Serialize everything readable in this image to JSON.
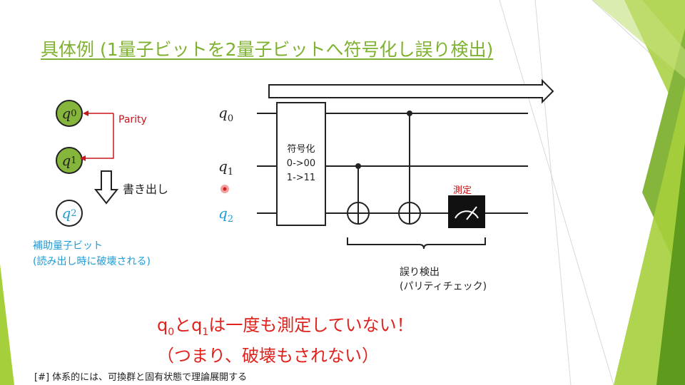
{
  "slide": {
    "title": "具体例 (1量子ビットを2量子ビットへ符号化し誤り検出)",
    "qubits": [
      {
        "base": "q",
        "sub": "0"
      },
      {
        "base": "q",
        "sub": "1"
      },
      {
        "base": "q",
        "sub": "2"
      }
    ],
    "parity_label": "Parity",
    "write_label": "書き出し",
    "ancilla_line1": "補助量子ビット",
    "ancilla_line2": "(読み出し時に破壊される)",
    "circuit": {
      "wire_labels": [
        {
          "base": "q",
          "sub": "0"
        },
        {
          "base": "q",
          "sub": "1"
        },
        {
          "base": "q",
          "sub": "2"
        }
      ],
      "encode_line1": "符号化",
      "encode_line2": "0->00",
      "encode_line3": "1->11",
      "measure_label": "測定",
      "detect_line1": "誤り検出",
      "detect_line2": "(パリティチェック)"
    },
    "highlight": {
      "q0_base": "q",
      "q0_sub": "0",
      "connector": "と",
      "q1_base": "q",
      "q1_sub": "1",
      "line1_rest": "は一度も測定していない！",
      "line2": "（つまり、破壊もされない）"
    },
    "footnote": "[#] 体系的には、可換群と固有状態で理論展開する",
    "colors": {
      "title": "#7fb230",
      "qubit_fill": "#86b53b",
      "red": "#c8161d",
      "blue": "#1e9bd6",
      "accent_green_dark": "#5e9a1c",
      "accent_green_light": "#a6cf3c"
    }
  }
}
